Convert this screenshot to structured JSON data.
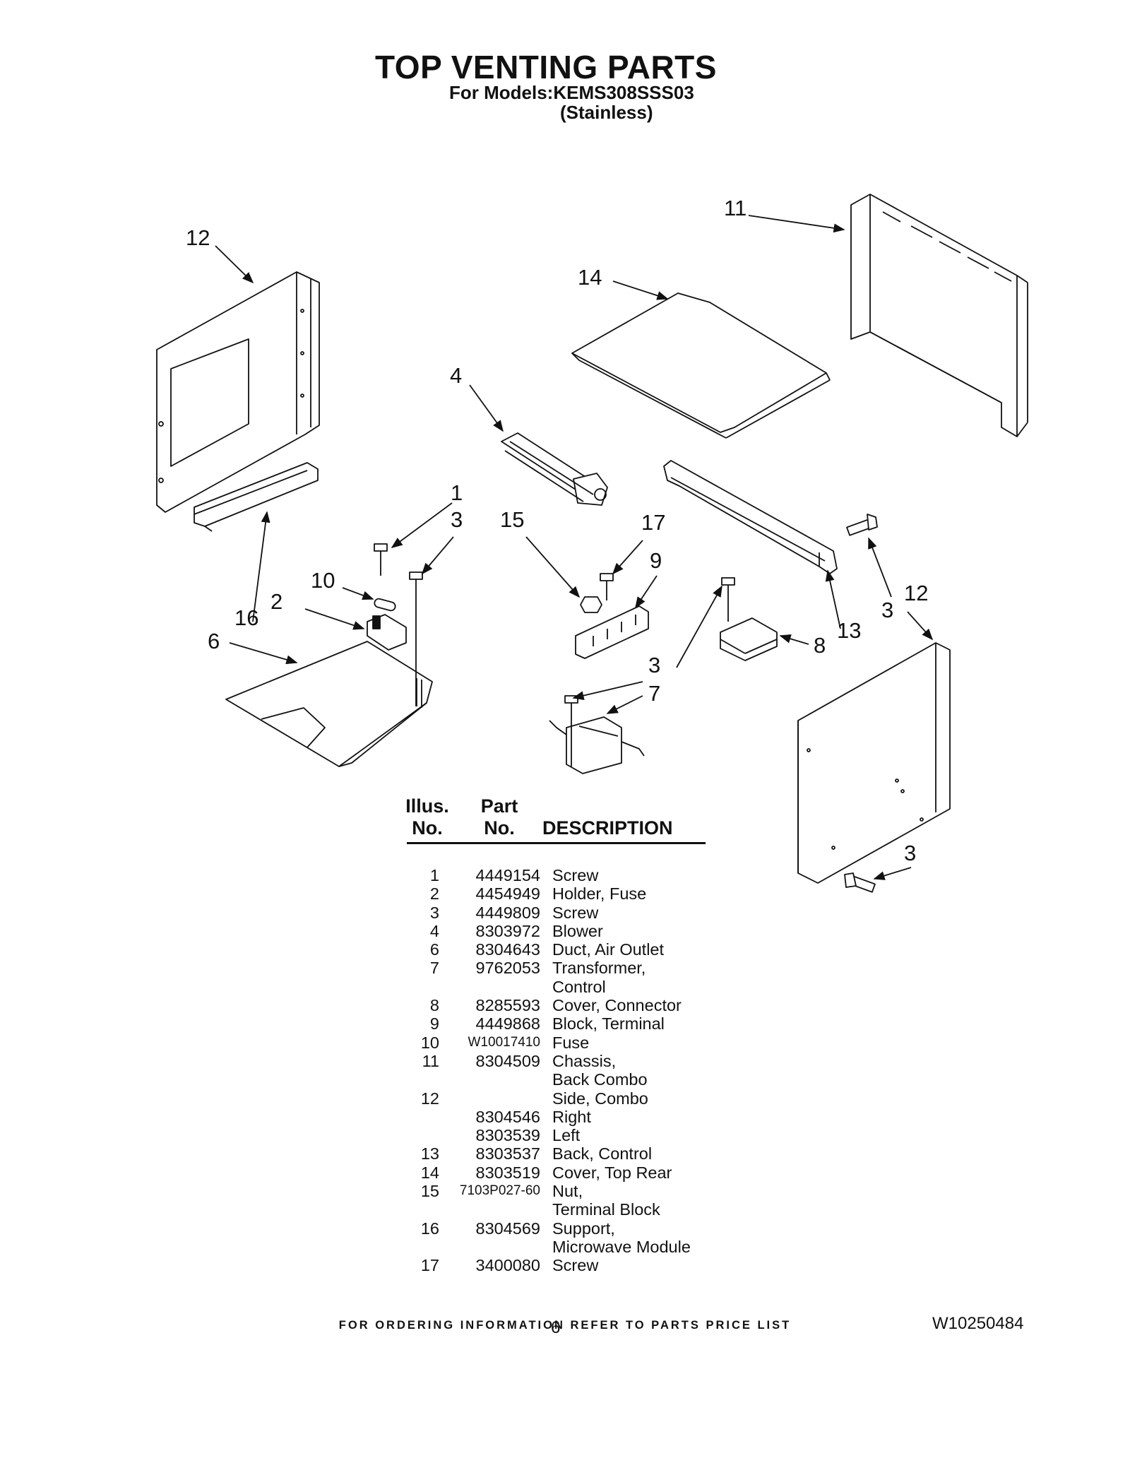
{
  "header": {
    "title": "TOP VENTING PARTS",
    "models_line": "For Models:KEMS308SSS03",
    "finish_line": "(Stainless)"
  },
  "diagram": {
    "callouts": [
      {
        "id": "c12a",
        "label": "12"
      },
      {
        "id": "c11",
        "label": "11"
      },
      {
        "id": "c14",
        "label": "14"
      },
      {
        "id": "c4",
        "label": "4"
      },
      {
        "id": "c1",
        "label": "1"
      },
      {
        "id": "c3a",
        "label": "3"
      },
      {
        "id": "c15",
        "label": "15"
      },
      {
        "id": "c17",
        "label": "17"
      },
      {
        "id": "c9",
        "label": "9"
      },
      {
        "id": "c10",
        "label": "10"
      },
      {
        "id": "c2",
        "label": "2"
      },
      {
        "id": "c16",
        "label": "16"
      },
      {
        "id": "c6",
        "label": "6"
      },
      {
        "id": "c3b",
        "label": "3"
      },
      {
        "id": "c12b",
        "label": "12"
      },
      {
        "id": "c13",
        "label": "13"
      },
      {
        "id": "c8",
        "label": "8"
      },
      {
        "id": "c3c",
        "label": "3"
      },
      {
        "id": "c7",
        "label": "7"
      },
      {
        "id": "c3d",
        "label": "3"
      }
    ]
  },
  "table": {
    "headers": {
      "illus_line1": "Illus.",
      "illus_line2": "No.",
      "part_line1": "Part",
      "part_line2": "No.",
      "description": "DESCRIPTION"
    },
    "rows": [
      {
        "illus": "1",
        "part": "4449154",
        "desc": "Screw"
      },
      {
        "illus": "2",
        "part": "4454949",
        "desc": "Holder, Fuse"
      },
      {
        "illus": "3",
        "part": "4449809",
        "desc": "Screw"
      },
      {
        "illus": "4",
        "part": "8303972",
        "desc": "Blower"
      },
      {
        "illus": "6",
        "part": "8304643",
        "desc": "Duct, Air Outlet"
      },
      {
        "illus": "7",
        "part": "9762053",
        "desc": "Transformer,"
      },
      {
        "illus": "",
        "part": "",
        "desc": "Control"
      },
      {
        "illus": "8",
        "part": "8285593",
        "desc": "Cover, Connector"
      },
      {
        "illus": "9",
        "part": "4449868",
        "desc": "Block, Terminal"
      },
      {
        "illus": "10",
        "part": "W10017410",
        "desc": "Fuse"
      },
      {
        "illus": "11",
        "part": "8304509",
        "desc": "Chassis,"
      },
      {
        "illus": "",
        "part": "",
        "desc": "Back Combo"
      },
      {
        "illus": "12",
        "part": "",
        "desc": "Side, Combo"
      },
      {
        "illus": "",
        "part": "8304546",
        "desc": "Right"
      },
      {
        "illus": "",
        "part": "8303539",
        "desc": "Left"
      },
      {
        "illus": "13",
        "part": "8303537",
        "desc": "Back, Control"
      },
      {
        "illus": "14",
        "part": "8303519",
        "desc": "Cover, Top Rear"
      },
      {
        "illus": "15",
        "part": "7103P027-60",
        "desc": "Nut,"
      },
      {
        "illus": "",
        "part": "",
        "desc": "Terminal Block"
      },
      {
        "illus": "16",
        "part": "8304569",
        "desc": "Support,"
      },
      {
        "illus": "",
        "part": "",
        "desc": "Microwave Module"
      },
      {
        "illus": "17",
        "part": "3400080",
        "desc": "Screw"
      }
    ]
  },
  "footer": {
    "ordering_note": "FOR ORDERING INFORMATION REFER TO PARTS PRICE LIST",
    "page_number": "6",
    "document_number": "W10250484"
  }
}
